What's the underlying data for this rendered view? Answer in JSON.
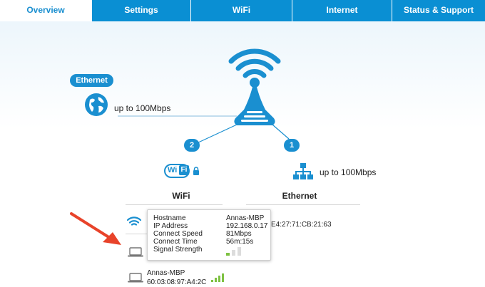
{
  "nav": {
    "tabs": [
      {
        "label": "Overview",
        "active": true
      },
      {
        "label": "Settings",
        "active": false
      },
      {
        "label": "WiFi",
        "active": false
      },
      {
        "label": "Internet",
        "active": false
      },
      {
        "label": "Status & Support",
        "active": false
      }
    ]
  },
  "colors": {
    "accent": "#1a8fd0",
    "tab_bg": "#0a8fd3",
    "signal_green": "#7ec142",
    "arrow_red": "#e8432a"
  },
  "internet": {
    "label": "Ethernet",
    "speed": "up to 100Mbps"
  },
  "branches": {
    "wifi": {
      "badge": "2",
      "title": "WiFi",
      "icon_text": "Wi",
      "icon_text2": "Fi"
    },
    "ethernet": {
      "badge": "1",
      "title": "Ethernet",
      "speed": "up to 100Mbps"
    }
  },
  "popup": {
    "rows": [
      {
        "label": "Hostname",
        "value": "Annas-MBP"
      },
      {
        "label": "IP Address",
        "value": "192.168.0.17"
      },
      {
        "label": "Connect Speed",
        "value": "81Mbps"
      },
      {
        "label": "Connect Time",
        "value": "56m:15s"
      }
    ],
    "signal_label": "Signal Strength",
    "signal_bars_filled": 1,
    "signal_bars_total": 3
  },
  "partial_mac": "E4:27:71:CB:21:63",
  "device": {
    "name": "Annas-MBP",
    "mac": "60:03:08:97:A4:2C",
    "signal_bars_filled": 4,
    "signal_bars_total": 4
  }
}
